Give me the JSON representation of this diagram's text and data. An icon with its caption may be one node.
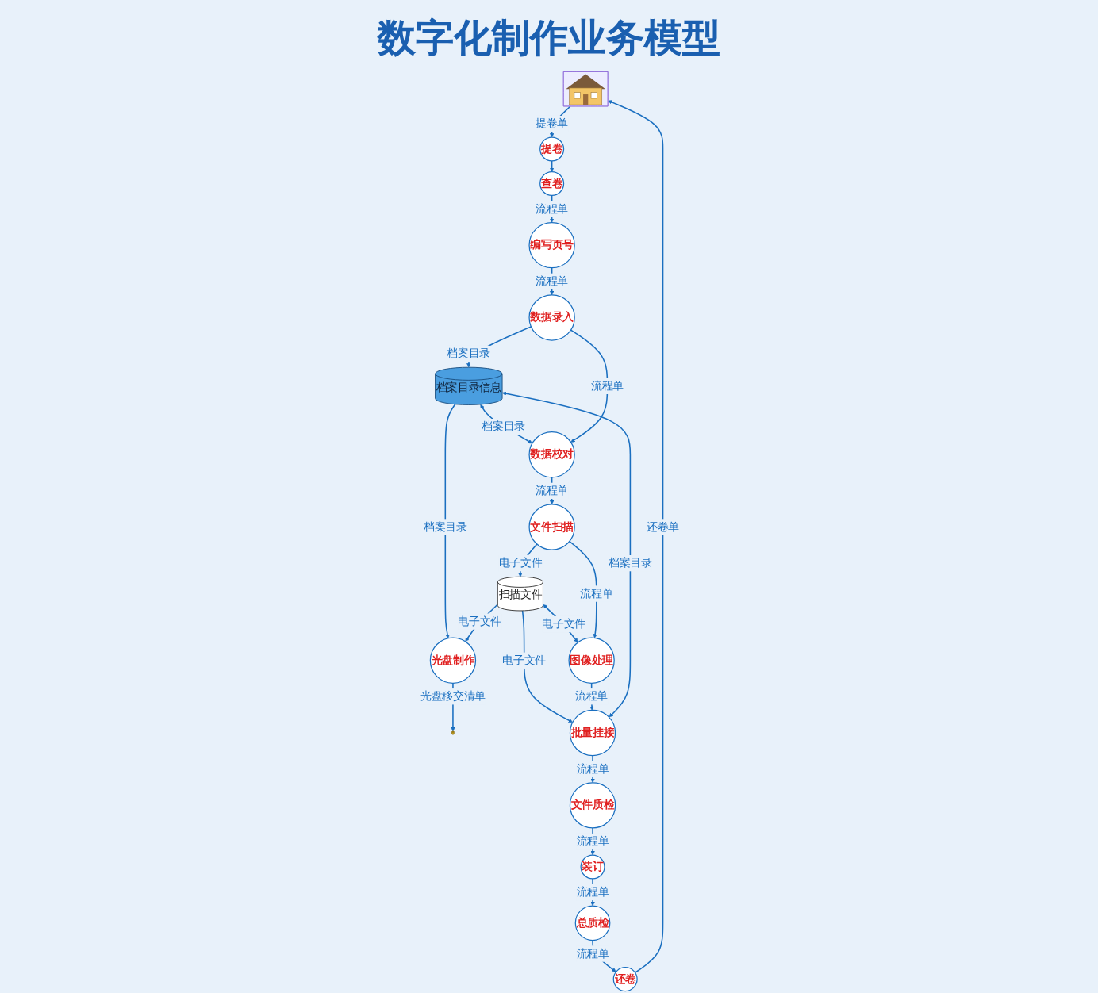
{
  "diagram": {
    "title": "数字化制作业务模型",
    "nodes": [
      {
        "text": [],
        "shape": "picture"
      },
      {
        "text": [
          "提卷"
        ]
      },
      {
        "text": [
          "查卷"
        ]
      },
      {
        "text": [
          "编写页号"
        ]
      },
      {
        "text": [
          "数据录入"
        ]
      },
      {
        "text": [
          "档案目录信息"
        ]
      },
      {
        "text": [
          "光盘制作"
        ]
      },
      {
        "text": [],
        "shape": "cylinder"
      },
      {
        "text": [
          "数据校对"
        ]
      },
      {
        "text": [
          "扫描文件"
        ]
      },
      {
        "text": [
          "还卷"
        ]
      },
      {
        "text": [
          "总质检"
        ]
      },
      {
        "text": [
          "装订"
        ]
      },
      {
        "text": [
          "文件质检"
        ]
      },
      {
        "text": [
          "批量挂接"
        ]
      },
      {
        "text": [
          "图像处理"
        ]
      },
      {
        "text": [
          "文件扫描"
        ]
      }
    ],
    "edges": [
      {
        "from": 0,
        "to": 1,
        "arrow": "to",
        "label": "提卷单"
      },
      {
        "from": 1,
        "to": 2,
        "arrow": "to"
      },
      {
        "from": 2,
        "to": 3,
        "arrow": "to",
        "label": "流程单"
      },
      {
        "from": 3,
        "to": 4,
        "arrow": "to",
        "label": "流程单"
      },
      {
        "from": 4,
        "to": 5,
        "arrow": "to",
        "label": "档案目录"
      },
      {
        "from": 5,
        "to": 6,
        "arrow": "to",
        "label": "档案目录"
      },
      {
        "from": 6,
        "to": 7,
        "arrow": "to",
        "label": "光盘移交清单"
      },
      {
        "from": 5,
        "to": 8,
        "arrow": "both",
        "label": "档案目录"
      },
      {
        "from": 14,
        "to": 5,
        "arrow": "both",
        "label": "档案目录"
      },
      {
        "from": 4,
        "to": 8,
        "arrow": "to",
        "label": "流程单"
      },
      {
        "from": 8,
        "to": 16,
        "arrow": "to",
        "label": "流程单"
      },
      {
        "from": 9,
        "to": 6,
        "arrow": "to",
        "label": "电子文件"
      },
      {
        "from": 16,
        "to": 9,
        "arrow": "to",
        "label": "电子文件"
      },
      {
        "from": 9,
        "to": 15,
        "arrow": "both",
        "label": "电子文件"
      },
      {
        "from": 9,
        "to": 14,
        "arrow": "to",
        "label": "电子文件"
      },
      {
        "from": 16,
        "to": 15,
        "arrow": "to",
        "label": "流程单"
      },
      {
        "from": 15,
        "to": 14,
        "arrow": "to",
        "label": "流程单"
      },
      {
        "from": 14,
        "to": 13,
        "arrow": "to",
        "label": "流程单"
      },
      {
        "from": 13,
        "to": 12,
        "arrow": "to",
        "label": "流程单"
      },
      {
        "from": 12,
        "to": 11,
        "arrow": "to",
        "label": "流程单"
      },
      {
        "from": 11,
        "to": 10,
        "arrow": "to",
        "label": "流程单"
      },
      {
        "from": 10,
        "to": 0,
        "arrow": "to",
        "label": "还卷单"
      }
    ]
  }
}
